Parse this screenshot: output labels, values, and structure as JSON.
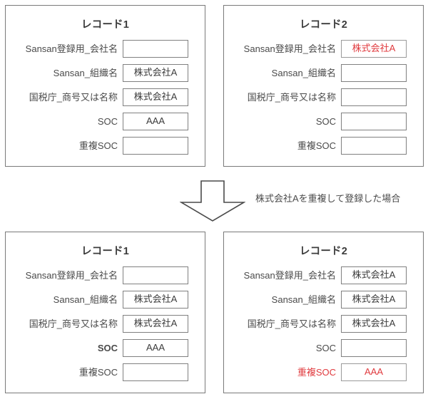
{
  "colors": {
    "panel_border": "#7a7a7a",
    "box_border": "#808080",
    "text": "#4a4a4a",
    "highlight_red": "#e03a3e",
    "arrow_stroke": "#4a4a4a"
  },
  "field_labels": {
    "sansan_company": "Sansan登録用_会社名",
    "sansan_org": "Sansan_組織名",
    "nta_name": "国税庁_商号又は名称",
    "soc": "SOC",
    "dup_soc": "重複SOC"
  },
  "caption": "株式会社Aを重複して登録した場合",
  "arrow": {
    "name": "down-arrow",
    "direction": "down"
  },
  "panels": [
    {
      "id": "before-record-1",
      "title": "レコード1",
      "rows": [
        {
          "label": "Sansan登録用_会社名",
          "value": "",
          "label_red": false,
          "value_red": false
        },
        {
          "label": "Sansan_組織名",
          "value": "株式会社A",
          "label_red": false,
          "value_red": false
        },
        {
          "label": "国税庁_商号又は名称",
          "value": "株式会社A",
          "label_red": false,
          "value_red": false
        },
        {
          "label": "SOC",
          "value": "AAA",
          "label_red": false,
          "value_red": false
        },
        {
          "label": "重複SOC",
          "value": "",
          "label_red": false,
          "value_red": false
        }
      ]
    },
    {
      "id": "before-record-2",
      "title": "レコード2",
      "rows": [
        {
          "label": "Sansan登録用_会社名",
          "value": "株式会社A",
          "label_red": false,
          "value_red": true
        },
        {
          "label": "Sansan_組織名",
          "value": "",
          "label_red": false,
          "value_red": false
        },
        {
          "label": "国税庁_商号又は名称",
          "value": "",
          "label_red": false,
          "value_red": false
        },
        {
          "label": "SOC",
          "value": "",
          "label_red": false,
          "value_red": false
        },
        {
          "label": "重複SOC",
          "value": "",
          "label_red": false,
          "value_red": false
        }
      ]
    },
    {
      "id": "after-record-1",
      "title": "レコード1",
      "rows": [
        {
          "label": "Sansan登録用_会社名",
          "value": "",
          "label_red": false,
          "value_red": false
        },
        {
          "label": "Sansan_組織名",
          "value": "株式会社A",
          "label_red": false,
          "value_red": false
        },
        {
          "label": "国税庁_商号又は名称",
          "value": "株式会社A",
          "label_red": false,
          "value_red": false
        },
        {
          "label": "SOC",
          "value": "AAA",
          "label_red": false,
          "value_red": false
        },
        {
          "label": "重複SOC",
          "value": "",
          "label_red": false,
          "value_red": false
        }
      ]
    },
    {
      "id": "after-record-2",
      "title": "レコード2",
      "rows": [
        {
          "label": "Sansan登録用_会社名",
          "value": "株式会社A",
          "label_red": false,
          "value_red": false
        },
        {
          "label": "Sansan_組織名",
          "value": "株式会社A",
          "label_red": false,
          "value_red": false
        },
        {
          "label": "国税庁_商号又は名称",
          "value": "株式会社A",
          "label_red": false,
          "value_red": false
        },
        {
          "label": "SOC",
          "value": "",
          "label_red": false,
          "value_red": false
        },
        {
          "label": "重複SOC",
          "value": "AAA",
          "label_red": true,
          "value_red": true
        }
      ]
    }
  ]
}
